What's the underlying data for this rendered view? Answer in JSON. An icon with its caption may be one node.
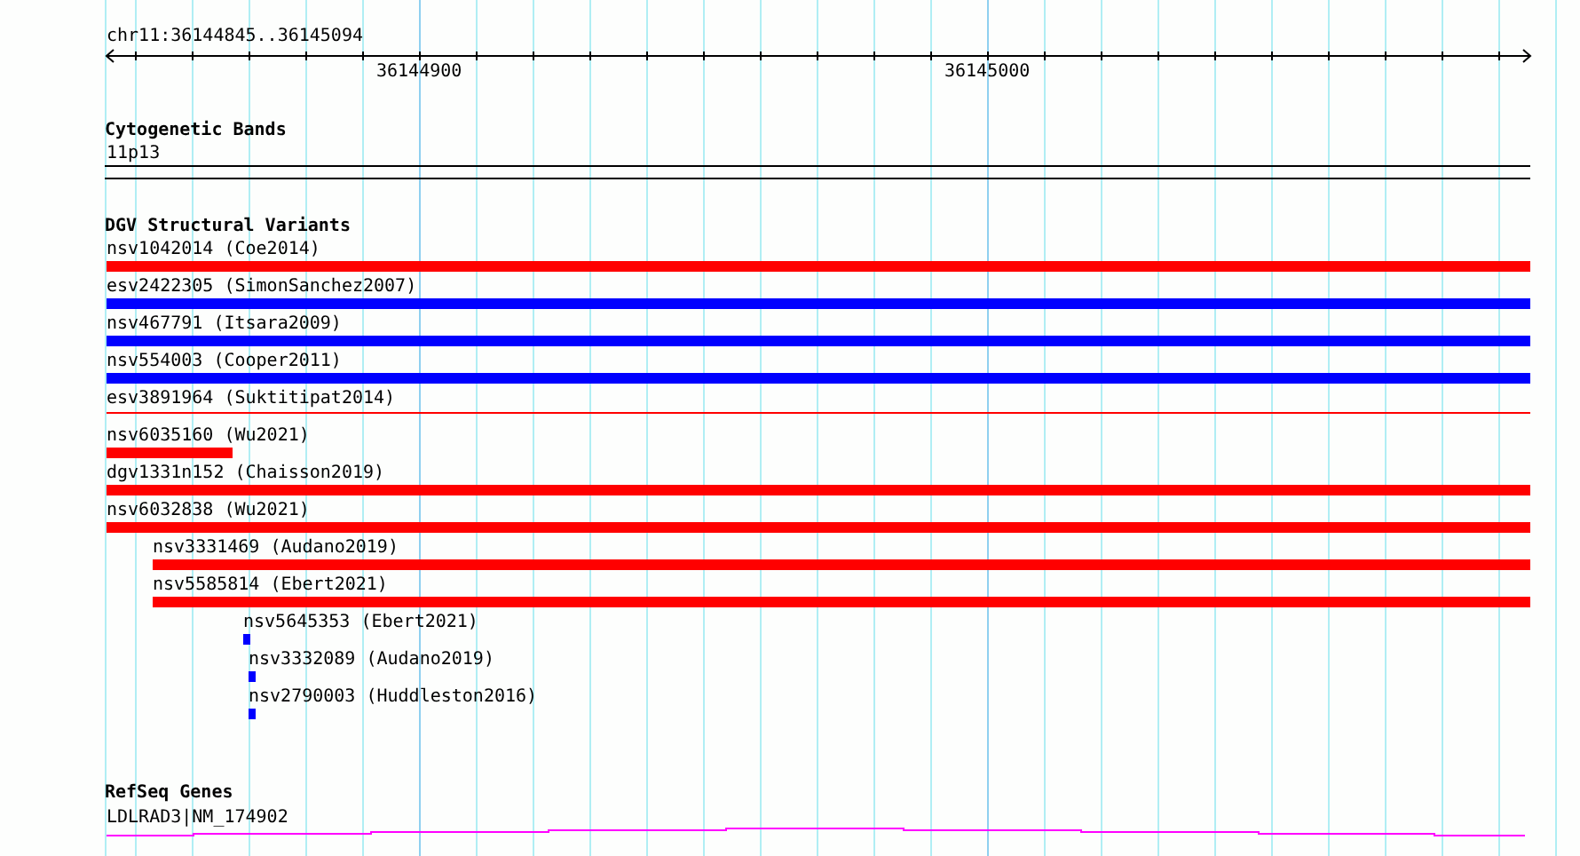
{
  "diagram": {
    "nodes": [
      {
        "text": [
          "nsv1042014 (Coe2014)"
        ]
      },
      {
        "text": [
          "esv2422305 (SimonSanchez2007)"
        ]
      },
      {
        "text": [
          "nsv467791 (Itsara2009)"
        ]
      },
      {
        "text": [
          "nsv554003 (Cooper2011)"
        ]
      },
      {
        "text": [
          "esv3891964 (Suktitipat2014)"
        ]
      },
      {
        "text": [
          "nsv6035160 (Wu2021)"
        ]
      },
      {
        "text": [
          "dgv1331n152 (Chaisson2019)"
        ]
      },
      {
        "text": [
          "nsv6032838 (Wu2021)"
        ]
      },
      {
        "text": [
          "nsv3331469 (Audano2019)"
        ]
      },
      {
        "text": [
          "nsv5585814 (Ebert2021)"
        ]
      },
      {
        "text": [
          "nsv5645353 (Ebert2021)"
        ]
      },
      {
        "text": [
          "nsv3332089 (Audano2019)"
        ]
      },
      {
        "text": [
          "nsv2790003 (Huddleston2016)"
        ]
      },
      {
        "text": [
          "LDLRAD3|NM_174902"
        ]
      }
    ],
    "labels": [
      "chr11:36144845..36145094",
      "36144900",
      "36145000",
      "Cytogenetic Bands",
      "11p13",
      "DGV Structural Variants",
      "RefSeq Genes"
    ]
  }
}
